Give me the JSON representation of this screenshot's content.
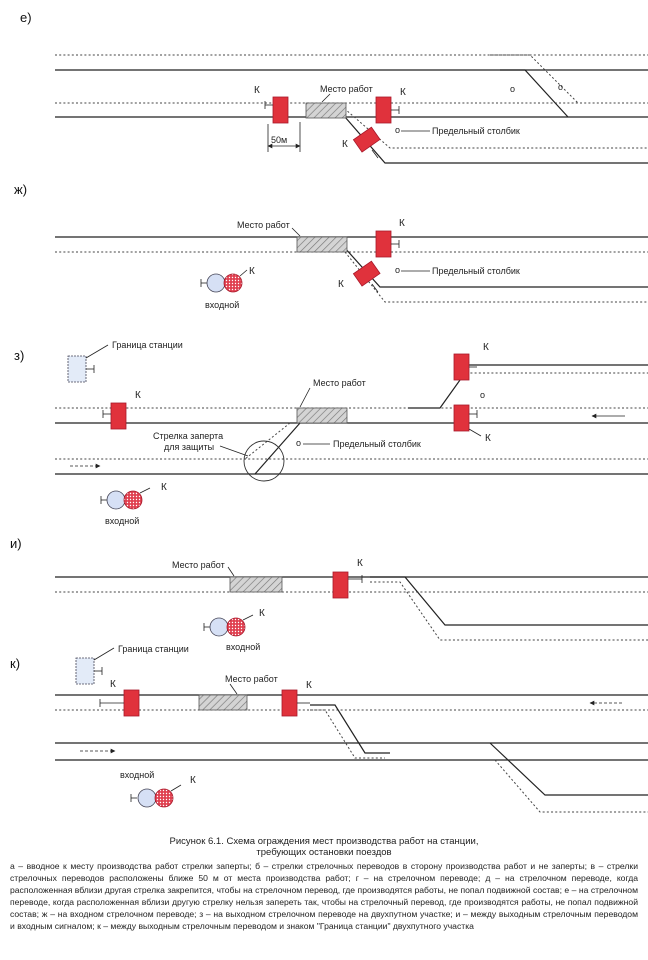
{
  "panels": [
    {
      "letter": "е)"
    },
    {
      "letter": "ж)"
    },
    {
      "letter": "з)"
    },
    {
      "letter": "и)"
    },
    {
      "letter": "к)"
    }
  ],
  "labels": {
    "k": "К",
    "work_place": "Место работ",
    "limit_post": "Предельный столбик",
    "distance_50m": "50м",
    "entry_signal": "входной",
    "station_border": "Граница станции",
    "switch_protect_line1": "Стрелка заперта",
    "switch_protect_line2": "для защиты",
    "limit_post_mark": "о"
  },
  "caption": {
    "title_line1": "Рисунок 6.1. Схема ограждения мест производства работ на станции,",
    "title_line2": "требующих остановки поездов",
    "text": "а – вводное к месту производства работ стрелки заперты; б – стрелки стрелочных переводов в сторону производства работ и не заперты; в – стрелки стрелочных переводов расположены ближе 50 м от места производства работ; г – на стрелочном переводе; д – на стрелочном переводе, когда расположенная вблизи другая стрелка закрепится, чтобы на стрелочном перевод, где производятся работы, не попал подвижной состав; е – на стрелочном переводе, когда расположенная вблизи другую стрелку нельзя запереть так, чтобы на стрелочный перевод, где производятся работы, не попал подвижной состав; ж – на входном стрелочном переводе; з – на выходном стрелочном переводе на двухпутном участке; и – между выходным стрелочным переводом и входным сигналом; к – между выходным стрелочным переводом и знаком \"Граница станции\" двухпутного участка"
  },
  "colors": {
    "signal_red": "#e0323c",
    "signal_lens_blue": "#d6e0f5",
    "signal_lens_red": "#e04050",
    "station_sign": "#e3ebf8"
  }
}
